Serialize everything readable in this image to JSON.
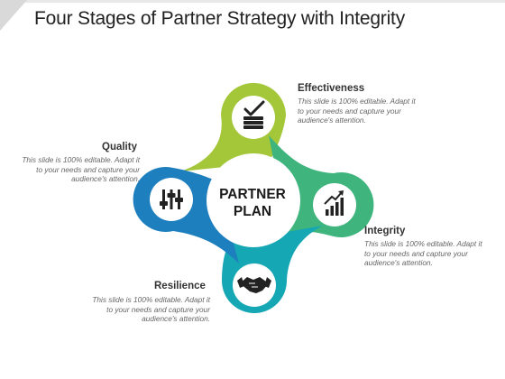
{
  "title": "Four Stages of Partner Strategy with Integrity",
  "center": {
    "line1": "PARTNER",
    "line2": "PLAN"
  },
  "stages": [
    {
      "label": "Effectiveness",
      "description": "This slide is 100% editable. Adapt it to your needs and capture your audience's attention.",
      "color": "#a4c639",
      "icon": "checklist-stack-icon"
    },
    {
      "label": "Integrity",
      "description": "This slide is 100% editable. Adapt it to your needs and capture your audience's attention.",
      "color": "#3fb57d",
      "icon": "growth-chart-icon"
    },
    {
      "label": "Resilience",
      "description": "This slide is 100% editable. Adapt it to your needs and capture your audience's attention.",
      "color": "#16a7b5",
      "icon": "handshake-icon"
    },
    {
      "label": "Quality",
      "description": "This slide is 100% editable. Adapt it to your needs and capture your audience's attention.",
      "color": "#1e7fbf",
      "icon": "sliders-icon"
    }
  ]
}
